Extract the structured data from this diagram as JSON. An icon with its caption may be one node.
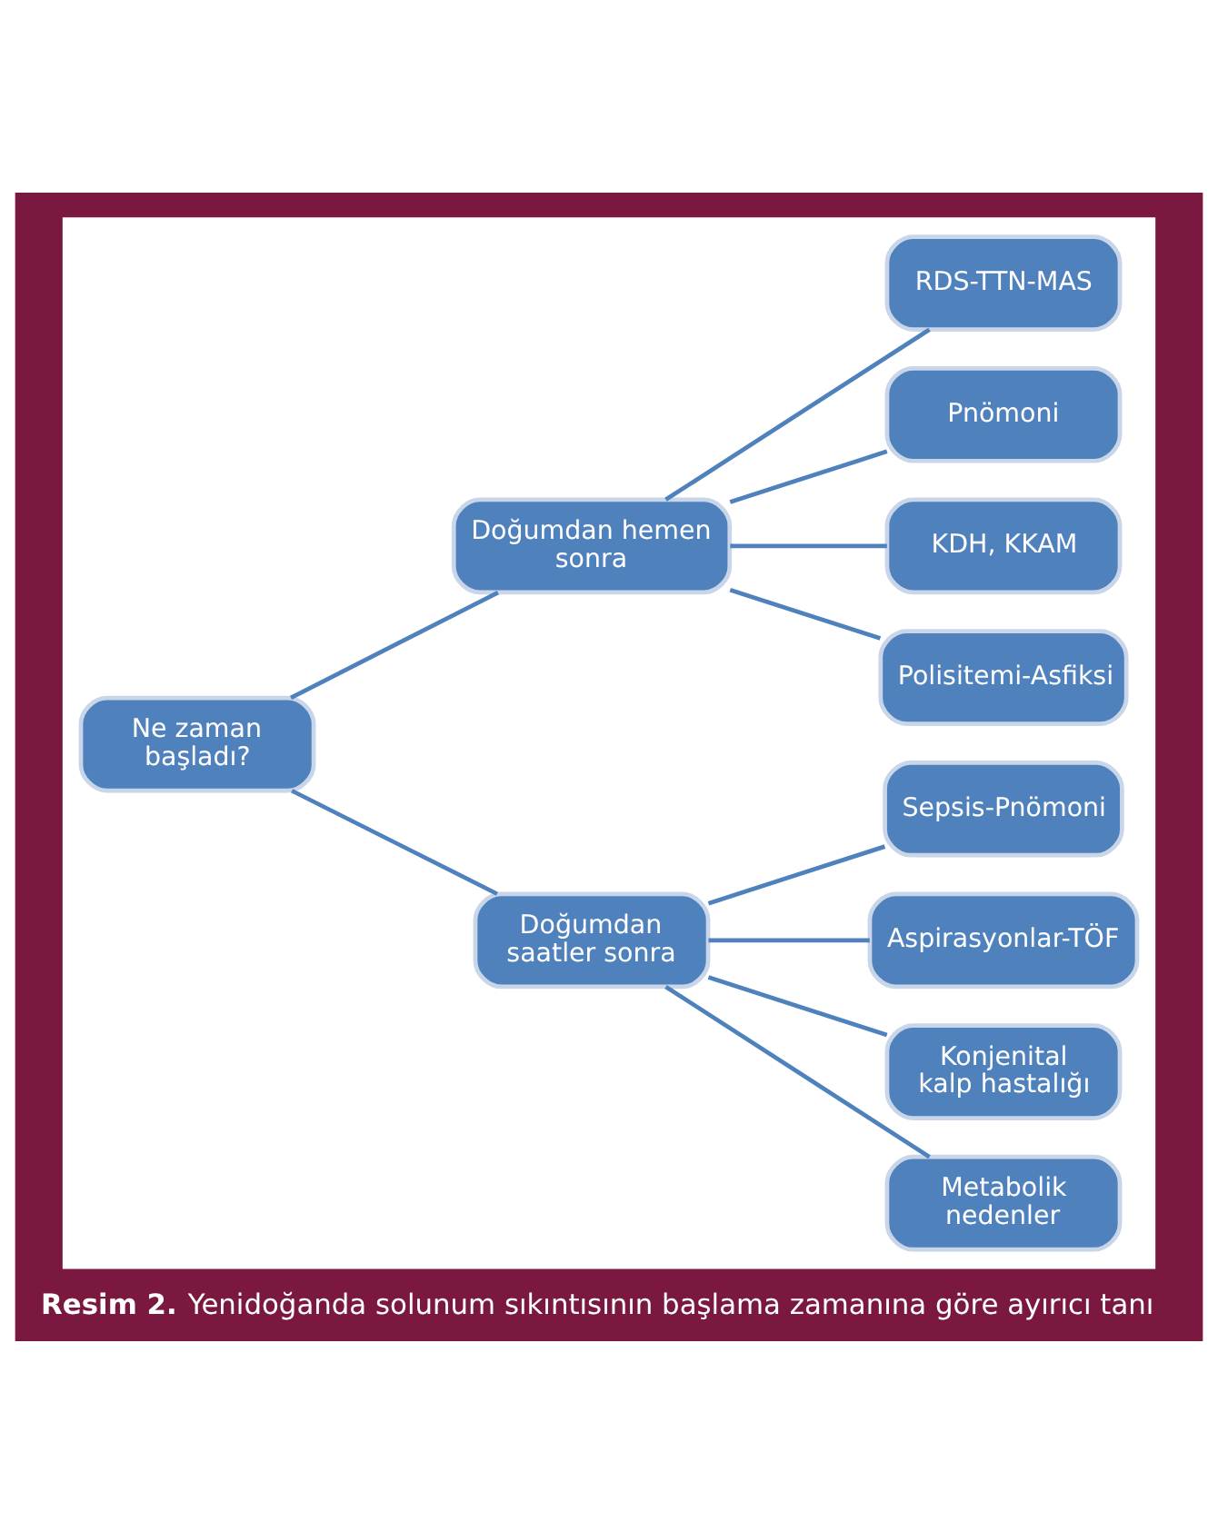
{
  "diagram": {
    "caption": "**Resim 2.** Yenidoğanda solunum sıkıntısının başlama zamanına göre ayırıcı tanı",
    "nodes": [
      {
        "text": [],
        "shape": "box"
      },
      {
        "text": [
          "Ne zaman başladı?"
        ],
        "in": 0
      },
      {
        "text": [
          "Doğumdan hemen sonra"
        ],
        "in": 0
      },
      {
        "text": [
          "Doğumdan saatler sonra"
        ],
        "in": 0
      },
      {
        "text": [
          "RDS-TTN-MAS"
        ],
        "in": 0
      },
      {
        "text": [
          "Pnömoni"
        ],
        "in": 0
      },
      {
        "text": [
          "KDH, KKAM"
        ],
        "in": 0
      },
      {
        "text": [
          "Polisitemi-Asfiksi"
        ],
        "in": 0
      },
      {
        "text": [
          "Sepsis-Pnömoni"
        ],
        "in": 0
      },
      {
        "text": [
          "Aspirasyonlar-TÖF"
        ],
        "in": 0
      },
      {
        "text": [
          "Konjenital kalp hastalığı"
        ],
        "in": 0
      },
      {
        "text": [
          "Metabolik nedenler"
        ],
        "in": 0
      }
    ],
    "edges": [
      {
        "from": 1,
        "to": 2,
        "arrow": "none"
      },
      {
        "from": 1,
        "to": 3,
        "arrow": "none"
      },
      {
        "from": 2,
        "to": 4,
        "arrow": "none"
      },
      {
        "from": 2,
        "to": 5,
        "arrow": "none"
      },
      {
        "from": 2,
        "to": 6,
        "arrow": "none"
      },
      {
        "from": 2,
        "to": 7,
        "arrow": "none"
      },
      {
        "from": 3,
        "to": 8,
        "arrow": "none"
      },
      {
        "from": 3,
        "to": 9,
        "arrow": "none"
      },
      {
        "from": 3,
        "to": 10,
        "arrow": "none"
      },
      {
        "from": 3,
        "to": 11,
        "arrow": "none"
      }
    ]
  }
}
